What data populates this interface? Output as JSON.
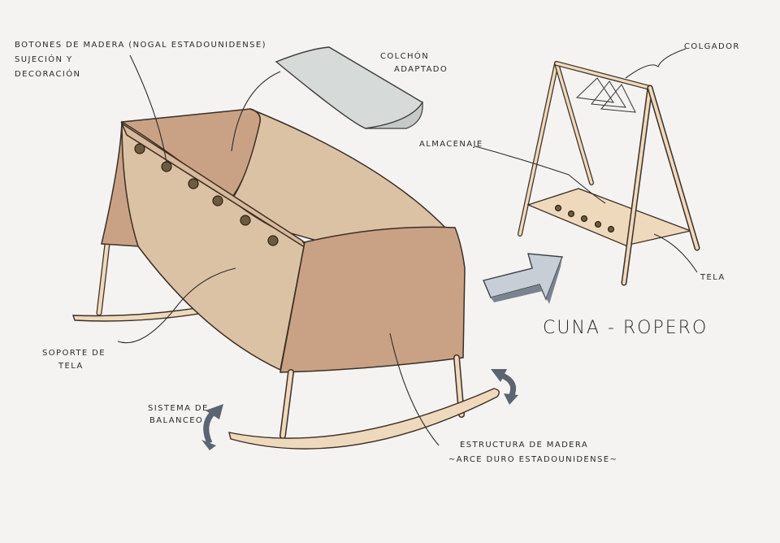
{
  "labels": {
    "botones_line1": "BOTONES DE MADERA (NOGAL ESTADOUNIDENSE)",
    "botones_line2": "SUJECIÓN Y",
    "botones_line3": "DECORACIÓN",
    "colchon_line1": "COLCHÓN",
    "colchon_line2": "ADAPTADO",
    "colgador": "COLGADOR",
    "almacenaje": "ALMACENAJE",
    "tela": "TELA",
    "soporte_line1": "SOPORTE DE",
    "soporte_line2": "TELA",
    "sistema_line1": "SISTEMA DE",
    "sistema_line2": "BALANCEO",
    "estructura_line1": "ESTRUCTURA DE MADERA",
    "estructura_line2": "~ARCE DURO ESTADOUNIDENSE~"
  },
  "title": "CUNA - ROPERO",
  "colors": {
    "fabric": "#c9a286",
    "wood": "#efd9bd",
    "button": "#6e5a3e",
    "arrow": "#5b6470",
    "paper": "#f4f3f1"
  }
}
